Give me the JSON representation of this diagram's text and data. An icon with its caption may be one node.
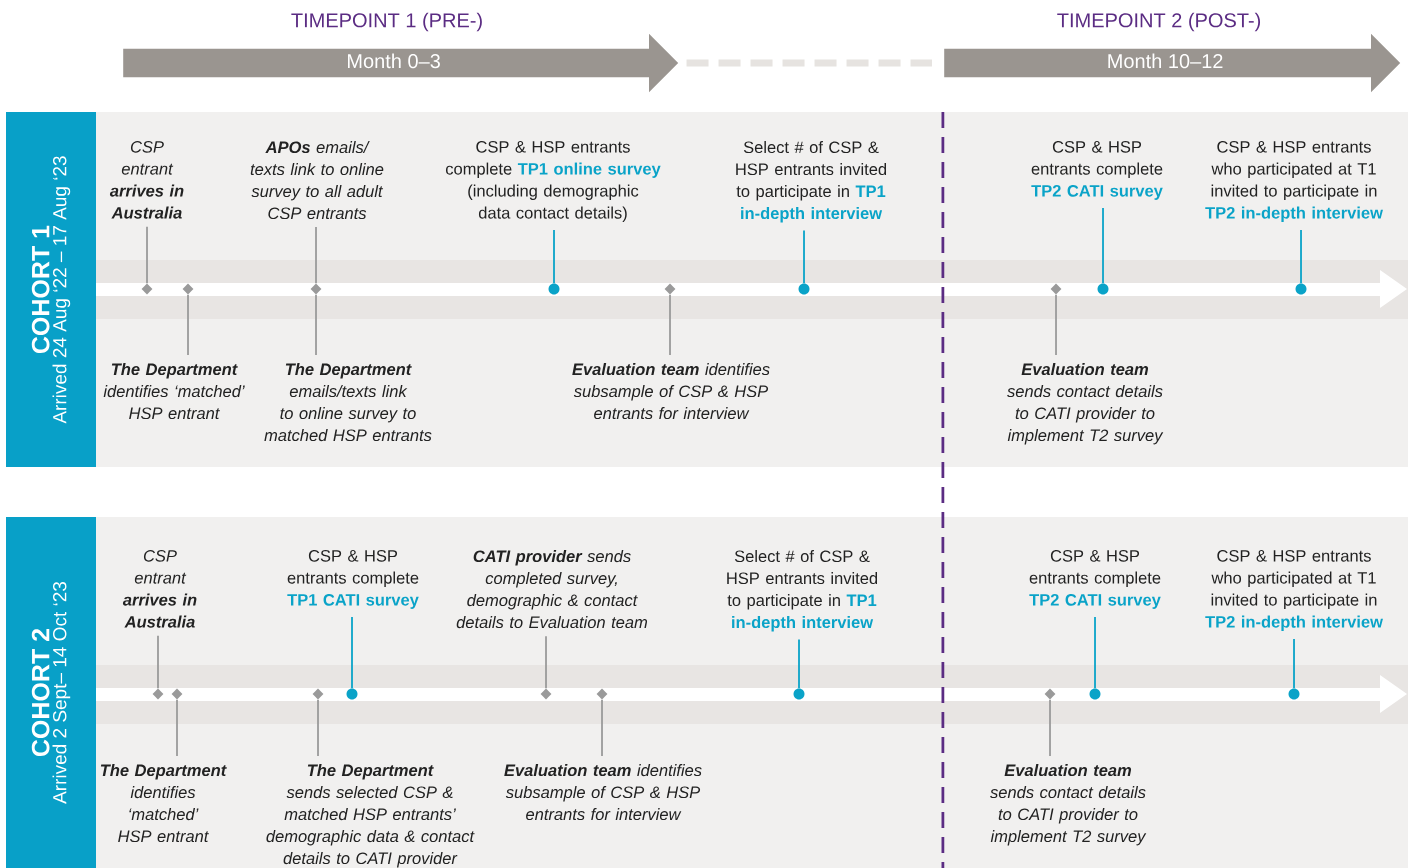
{
  "diagram": {
    "nodes": [
      {
        "text": [
          "TIMEPOINT 1 (PRE-)",
          "Month 0–3"
        ]
      },
      {
        "text": [
          "TIMEPOINT 2 (POST-)",
          "Month 10–12"
        ]
      },
      {
        "text": [
          "COHORT 1",
          "Arrived 24 Aug ‘22 – 17 Aug ‘23"
        ]
      },
      {
        "text": [
          "CSP entrant **arrives in Australia**"
        ]
      },
      {
        "text": [
          "**APOs** emails/ texts link to online survey to all adult CSP entrants"
        ]
      },
      {
        "text": [
          "CSP & HSP entrants complete **TP1 online survey** (including demographic data contact details)"
        ]
      },
      {
        "text": [
          "Select # of CSP & HSP entrants invited to participate in **TP1 in-depth interview**"
        ]
      },
      {
        "text": [
          "CSP & HSP entrants complete **TP2 CATI survey**"
        ]
      },
      {
        "text": [
          "CSP & HSP entrants who participated at T1 invited to participate in **TP2 in-depth interview**"
        ]
      },
      {
        "text": [
          "**The Department** identifies ‘matched’ HSP entrant"
        ]
      },
      {
        "text": [
          "**The Department** emails/texts link to online survey to matched HSP entrants"
        ]
      },
      {
        "text": [
          "**Evaluation team** identifies subsample of CSP & HSP entrants for interview"
        ]
      },
      {
        "text": [
          "**Evaluation team** sends contact details to CATI provider to implement T2 survey"
        ]
      },
      {
        "text": [],
        "shape": "diamond"
      },
      {
        "text": [],
        "shape": "diamond"
      },
      {
        "text": [],
        "shape": "diamond"
      },
      {
        "text": [],
        "shape": "circle"
      },
      {
        "text": [],
        "shape": "diamond"
      },
      {
        "text": [],
        "shape": "circle"
      },
      {
        "text": [],
        "shape": "diamond"
      },
      {
        "text": [],
        "shape": "circle"
      },
      {
        "text": [],
        "shape": "circle"
      },
      {
        "text": [
          "COHORT 2",
          "Arrived 2 Sept– 14 Oct ‘23"
        ]
      },
      {
        "text": [
          "CSP entrant **arrives in Australia**"
        ]
      },
      {
        "text": [
          "CSP & HSP entrants complete **TP1 CATI survey**"
        ]
      },
      {
        "text": [
          "**CATI provider** sends completed survey, demographic & contact details to Evaluation team"
        ]
      },
      {
        "text": [
          "Select # of CSP & HSP entrants invited to participate in **TP1 in-depth interview**"
        ]
      },
      {
        "text": [
          "CSP & HSP entrants complete **TP2 CATI survey**"
        ]
      },
      {
        "text": [
          "CSP & HSP entrants who participated at T1 invited to participate in **TP2 in-depth interview**"
        ]
      },
      {
        "text": [
          "**The Department** identifies ‘matched’ HSP entrant"
        ]
      },
      {
        "text": [
          "**The Department** sends selected CSP & matched HSP entrants’ demographic data & contact details to CATI provider"
        ]
      },
      {
        "text": [
          "**Evaluation team** identifies subsample of CSP & HSP entrants for interview"
        ]
      },
      {
        "text": [
          "**Evaluation team** sends contact details to CATI provider to implement T2 survey"
        ]
      },
      {
        "text": [],
        "shape": "diamond"
      },
      {
        "text": [],
        "shape": "diamond"
      },
      {
        "text": [],
        "shape": "diamond"
      },
      {
        "text": [],
        "shape": "circle"
      },
      {
        "text": [],
        "shape": "diamond"
      },
      {
        "text": [],
        "shape": "diamond"
      },
      {
        "text": [],
        "shape": "circle"
      },
      {
        "text": [],
        "shape": "diamond"
      },
      {
        "text": [],
        "shape": "circle"
      },
      {
        "text": [],
        "shape": "circle"
      }
    ],
    "edges": [
      {
        "from": 0,
        "to": 1,
        "arrow": "none",
        "style": "dashed",
        "color": "#e6e3e0"
      },
      {
        "from": 3,
        "to": 13,
        "arrow": "none"
      },
      {
        "from": 9,
        "to": 14,
        "arrow": "none"
      },
      {
        "from": 4,
        "to": 15,
        "arrow": "none"
      },
      {
        "from": 10,
        "to": 15,
        "arrow": "none"
      },
      {
        "from": 5,
        "to": 16,
        "arrow": "none",
        "color": "#0aa3c8"
      },
      {
        "from": 11,
        "to": 17,
        "arrow": "none"
      },
      {
        "from": 6,
        "to": 18,
        "arrow": "none",
        "color": "#0aa3c8"
      },
      {
        "from": 12,
        "to": 19,
        "arrow": "none"
      },
      {
        "from": 7,
        "to": 20,
        "arrow": "none",
        "color": "#0aa3c8"
      },
      {
        "from": 8,
        "to": 21,
        "arrow": "none",
        "color": "#0aa3c8"
      },
      {
        "from": 23,
        "to": 33,
        "arrow": "none"
      },
      {
        "from": 29,
        "to": 34,
        "arrow": "none"
      },
      {
        "from": 30,
        "to": 35,
        "arrow": "none"
      },
      {
        "from": 24,
        "to": 36,
        "arrow": "none",
        "color": "#0aa3c8"
      },
      {
        "from": 25,
        "to": 37,
        "arrow": "none"
      },
      {
        "from": 31,
        "to": 38,
        "arrow": "none"
      },
      {
        "from": 26,
        "to": 39,
        "arrow": "none",
        "color": "#0aa3c8"
      },
      {
        "from": 32,
        "to": 40,
        "arrow": "none"
      },
      {
        "from": 27,
        "to": 41,
        "arrow": "none",
        "color": "#0aa3c8"
      },
      {
        "from": 28,
        "to": 42,
        "arrow": "none",
        "color": "#0aa3c8"
      }
    ]
  }
}
